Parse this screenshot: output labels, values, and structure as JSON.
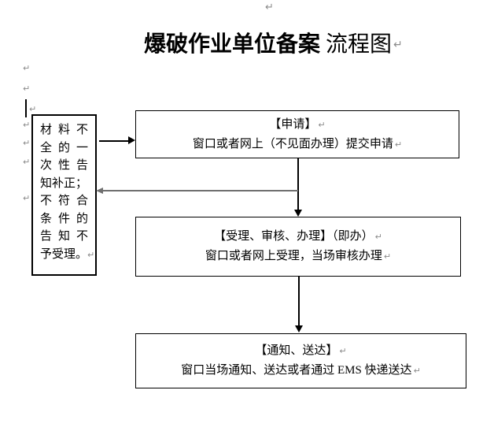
{
  "title": {
    "main": "爆破作业单位备案",
    "suffix": "流程图"
  },
  "marks": {
    "paragraph_mark": "↵"
  },
  "flowchart": {
    "side_note": {
      "lines": [
        "材料不",
        "全的一",
        "次性告",
        "知补正；",
        "不符合",
        "条件的",
        "告知不",
        "予受理。"
      ]
    },
    "steps": [
      {
        "heading": "【申请】",
        "body": "窗口或者网上（不见面办理）提交申请"
      },
      {
        "heading": "【受理、审核、办理】（即办）",
        "body": "窗口或者网上受理，当场审核办理"
      },
      {
        "heading": "【通知、送达】",
        "body": "窗口当场通知、送达或者通过 EMS 快递送达"
      }
    ]
  }
}
